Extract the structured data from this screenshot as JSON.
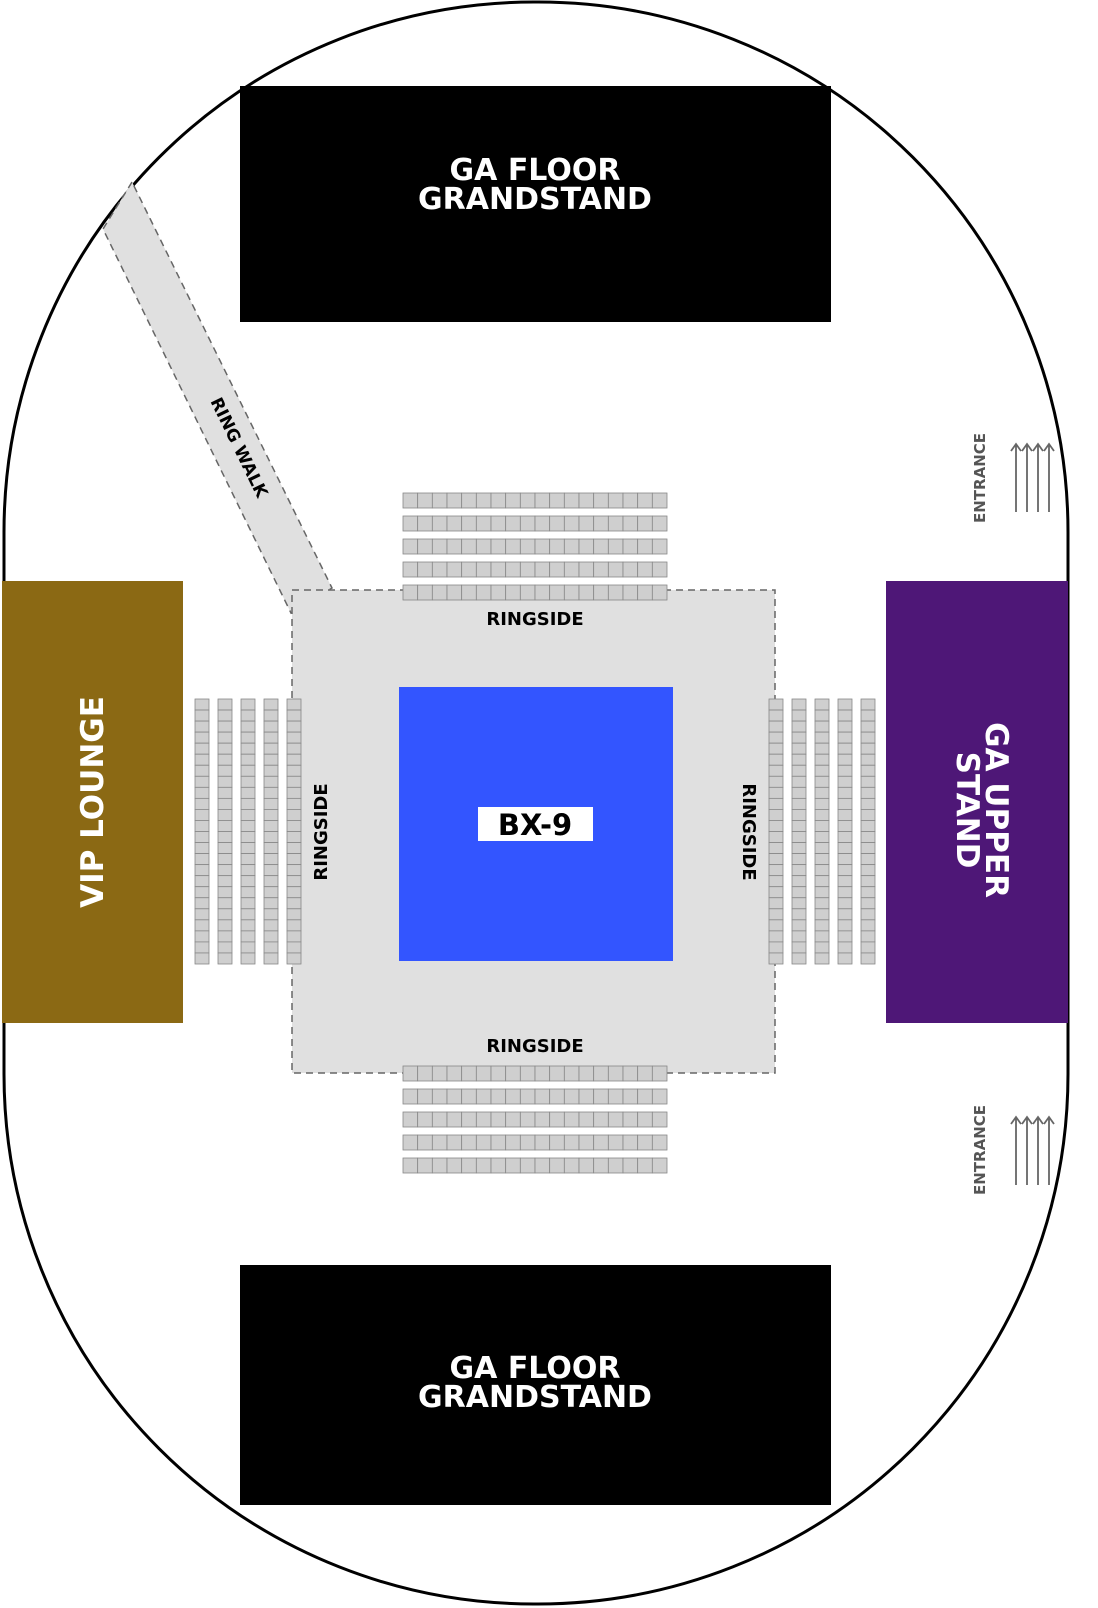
{
  "sections": {
    "grandstand_top": {
      "line1": "GA FLOOR",
      "line2": "GRANDSTAND",
      "color": "#000000"
    },
    "grandstand_bottom": {
      "line1": "GA FLOOR",
      "line2": "GRANDSTAND",
      "color": "#000000"
    },
    "vip_lounge": {
      "label": "VIP LOUNGE",
      "color": "#8B6914"
    },
    "ga_upper_stand": {
      "line1": "GA UPPER",
      "line2": "STAND",
      "color": "#4E1777"
    },
    "ring_walk": {
      "label": "RING WALK",
      "color": "#E0E0E0"
    },
    "ringside_top": {
      "label": "RINGSIDE"
    },
    "ringside_bottom": {
      "label": "RINGSIDE"
    },
    "ringside_left": {
      "label": "RINGSIDE"
    },
    "ringside_right": {
      "label": "RINGSIDE"
    },
    "ring": {
      "label": "BX-9",
      "color": "#3355FF"
    },
    "entrance_top": {
      "label": "ENTRANCE",
      "icon": "arrow-up-icon"
    },
    "entrance_bottom": {
      "label": "ENTRANCE",
      "icon": "arrow-up-icon"
    }
  },
  "seat_color": "#CFCFCF",
  "ringside_color": "#E0E0E0"
}
